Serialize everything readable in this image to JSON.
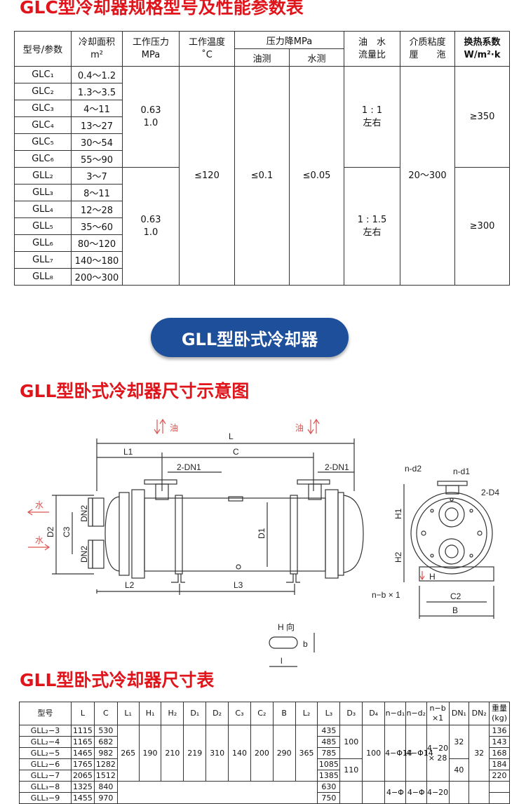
{
  "table1": {
    "title": "GLC型冷却器规格型号及性能参数表",
    "headers": {
      "model": "型号/参数",
      "area_line1": "冷却面积",
      "area_line2": "m²",
      "pressure_line1": "工作压力",
      "pressure_line2": "MPa",
      "temp_line1": "工作温度",
      "temp_line2": "˚C",
      "drop": "压力降MPa",
      "oil_side": "油测",
      "water_side": "水测",
      "ratio_line1": "油　水",
      "ratio_line2": "流量比",
      "visc_line1": "介质粘度",
      "visc_line2": "厘　　沲",
      "heat_line1": "换热系数",
      "heat_line2": "W/m²·k"
    },
    "models": [
      "GLC₁",
      "GLC₂",
      "GLC₃",
      "GLC₄",
      "GLC₅",
      "GLC₆",
      "GLL₂",
      "GLL₃",
      "GLL₄",
      "GLL₅",
      "GLL₆",
      "GLL₇",
      "GLL₈"
    ],
    "areas": [
      "0.4～1.2",
      "1.3～3.5",
      "4～11",
      "13～27",
      "30～54",
      "55～90",
      "3～7",
      "8～11",
      "12～28",
      "35～60",
      "80～120",
      "140～180",
      "200～300"
    ],
    "pressure_glc_1": "0.63",
    "pressure_glc_2": "1.0",
    "pressure_gll_1": "0.63",
    "pressure_gll_2": "1.0",
    "temp": "≤120",
    "drop_oil": "≤0.1",
    "drop_water": "≤0.05",
    "ratio_glc_1": "1 : 1",
    "ratio_glc_2": "左右",
    "ratio_gll_1": "1 : 1.5",
    "ratio_gll_2": "左右",
    "viscosity": "20～300",
    "heat_glc": "≥350",
    "heat_gll": "≥300"
  },
  "banner": "GLL型卧式冷却器",
  "diagram_title": "GLL型卧式冷却器尺寸示意图",
  "diagram_labels": {
    "oil": "油",
    "water": "水",
    "L": "L",
    "L1": "L1",
    "C": "C",
    "DN1": "2-DN1",
    "D2": "D2",
    "C3": "C3",
    "DN2": "DN2",
    "D1": "D1",
    "L2": "L2",
    "L3": "L3",
    "nd2": "n-d2",
    "nd1": "n-d1",
    "D4": "2-D4",
    "H1": "H1",
    "H2": "H2",
    "H": "H",
    "nb": "n−b × 1",
    "C2": "C2",
    "B": "B",
    "Hdir": "H 向",
    "b": "b",
    "l": "l"
  },
  "table2": {
    "title": "GLL型卧式冷却器尺寸表",
    "headers": [
      "型号",
      "L",
      "C",
      "L₁",
      "H₁",
      "H₂",
      "D₁",
      "D₂",
      "C₃",
      "C₂",
      "B",
      "L₂",
      "L₃",
      "D₃",
      "D₄",
      "n−d₁",
      "n−d₂",
      "n−b ×1",
      "DN₁",
      "DN₂",
      "重量 (kg)"
    ],
    "models": [
      "GLL₂−3",
      "GLL₂−4",
      "GLL₂−5",
      "GLL₂−6",
      "GLL₂−7",
      "GLL₃−8",
      "GLL₃−9"
    ],
    "L": [
      "1115",
      "1165",
      "1465",
      "1765",
      "2065",
      "1325",
      "1455"
    ],
    "C": [
      "530",
      "682",
      "982",
      "1282",
      "1512",
      "840",
      "970"
    ],
    "L1": "265",
    "H1": "190",
    "H2": "210",
    "D1": "219",
    "D2": "310",
    "C3": "140",
    "C2": "200",
    "B": "290",
    "L2": "365",
    "L3": [
      "435",
      "485",
      "785",
      "1085",
      "1385",
      "630",
      "750"
    ],
    "D3_a": "100",
    "D3_b": "110",
    "D4": "100",
    "nd1": "4−Φ14",
    "nd2": "4−Φ14",
    "nb": "4−20 × 28",
    "nd1_next": "4−Φ",
    "nd2_next": "4−Φ",
    "nb_next": "4−20",
    "DN1_a": "32",
    "DN1_b": "40",
    "DN2": "32",
    "weight": [
      "136",
      "143",
      "168",
      "184",
      "220"
    ]
  }
}
